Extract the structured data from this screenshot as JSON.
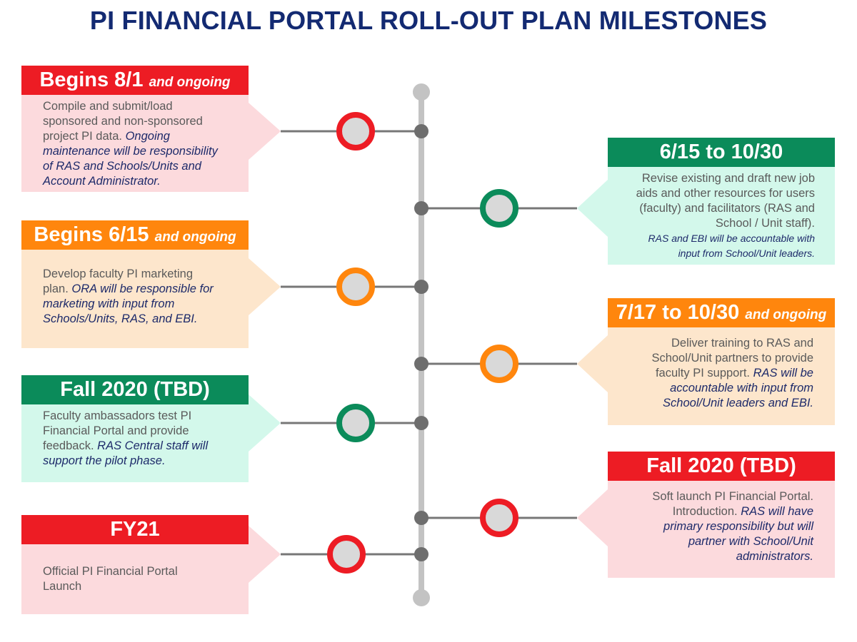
{
  "title": "PI FINANCIAL PORTAL ROLL-OUT PLAN MILESTONES",
  "colors": {
    "red": "#ed1c24",
    "orange": "#ff860d",
    "green": "#0b8b5a",
    "title": "#132a72"
  },
  "milestones": [
    {
      "side": "left",
      "color": "red",
      "header": "Begins 8/1",
      "header_sub": "and ongoing",
      "text": "Compile and submit/load sponsored and non-sponsored project PI data.",
      "note": "Ongoing maintenance will be responsibility of RAS and Schools/Units and Account Administrator."
    },
    {
      "side": "right",
      "color": "green",
      "header": "6/15 to 10/30",
      "header_sub": "",
      "text": "Revise existing and draft new job aids and other resources for users (faculty) and facilitators (RAS and School / Unit staff).",
      "note": "RAS and EBI will be accountable with input from School/Unit leaders."
    },
    {
      "side": "left",
      "color": "orange",
      "header": "Begins 6/15",
      "header_sub": "and ongoing",
      "text": "Develop faculty PI marketing plan.",
      "note": "ORA will be responsible for marketing with input from Schools/Units, RAS, and EBI."
    },
    {
      "side": "right",
      "color": "orange",
      "header": "7/17 to 10/30",
      "header_sub": "and ongoing",
      "text": "Deliver training to RAS and School/Unit partners to provide faculty PI support.",
      "note": "RAS will be accountable with input from School/Unit leaders and EBI."
    },
    {
      "side": "left",
      "color": "green",
      "header": "Fall 2020 (TBD)",
      "header_sub": "",
      "text": "Faculty ambassadors test PI Financial Portal and provide feedback.",
      "note": "RAS Central staff will support the pilot phase."
    },
    {
      "side": "right",
      "color": "red",
      "header": "Fall 2020 (TBD)",
      "header_sub": "",
      "text": "Soft launch PI Financial Portal. Introduction.",
      "note": "RAS will have primary responsibility but will partner with School/Unit administrators."
    },
    {
      "side": "left",
      "color": "red",
      "header": "FY21",
      "header_sub": "",
      "text": "Official PI Financial Portal Launch",
      "note": ""
    }
  ]
}
